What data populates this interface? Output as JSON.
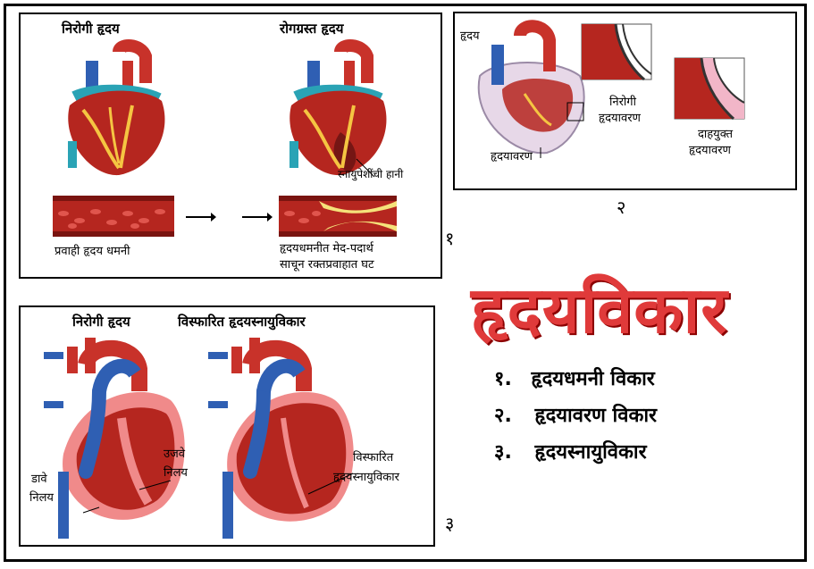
{
  "title": "हृदयविकार",
  "panel1": {
    "number": "१",
    "healthy_label": "निरोगी हृदय",
    "diseased_label": "रोगग्रस्त हृदय",
    "muscle_loss": "स्नायुपेशींची हानी",
    "artery_healthy": "प्रवाही हृदय धमनी",
    "artery_blocked_line1": "हृदयधमनीत मेद-पदार्थ",
    "artery_blocked_line2": "साचून रक्तप्रवाहात घट"
  },
  "panel2": {
    "number": "२",
    "heart": "हृदय",
    "pericardium": "हृदयावरण",
    "healthy_peri_line1": "निरोगी",
    "healthy_peri_line2": "हृदयावरण",
    "inflamed_line1": "दाहयुक्त",
    "inflamed_line2": "हृदयावरण"
  },
  "panel3": {
    "number": "३",
    "healthy_label": "निरोगी हृदय",
    "dilated_label": "विस्फारित हृदयस्नायुविकार",
    "right_ventricle_line1": "डावे",
    "right_ventricle_line2": "निलय",
    "left_ventricle_line1": "उजवे",
    "left_ventricle_line2": "निलय",
    "dilated_line1": "विस्फारित",
    "dilated_line2": "हृदयस्नायुविकार"
  },
  "list": [
    {
      "num": "१.",
      "text": "हृदयधमनी विकार"
    },
    {
      "num": "२.",
      "text": "हृदयावरण विकार"
    },
    {
      "num": "३.",
      "text": "हृदयस्नायुविकार"
    }
  ],
  "colors": {
    "title": "#e03a3a",
    "heart_red": "#b5261f",
    "vessel_blue": "#2f5fb3",
    "vessel_teal": "#2aa3b5",
    "fat_yellow": "#f5e27a"
  }
}
